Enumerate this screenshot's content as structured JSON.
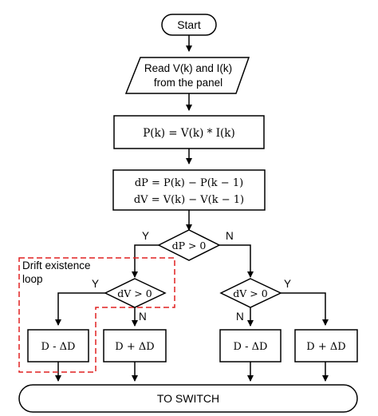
{
  "start": {
    "label": "Start"
  },
  "read": {
    "line1": "Read V(k) and I(k)",
    "line2": "from the panel"
  },
  "power": {
    "formula": "P(k) = V(k) * I(k)"
  },
  "delta": {
    "line1": "dP = P(k) − P(k − 1)",
    "line2": "dV = V(k) − V(k − 1)"
  },
  "decision_dp": {
    "label": "dP > 0",
    "yes": "Y",
    "no": "N"
  },
  "drift": {
    "line1": "Drift existence",
    "line2": "loop"
  },
  "decision_dv_left": {
    "label": "dV > 0",
    "yes": "Y",
    "no": "N"
  },
  "decision_dv_right": {
    "label": "dV > 0",
    "yes": "Y",
    "no": "N"
  },
  "boxes": {
    "b1": "D - ΔD",
    "b2": "D + ΔD",
    "b3": "D - ΔD",
    "b4": "D + ΔD"
  },
  "switch": {
    "label": "TO SWITCH"
  },
  "colors": {
    "line": "#000000",
    "drift_border": "#e02020"
  }
}
